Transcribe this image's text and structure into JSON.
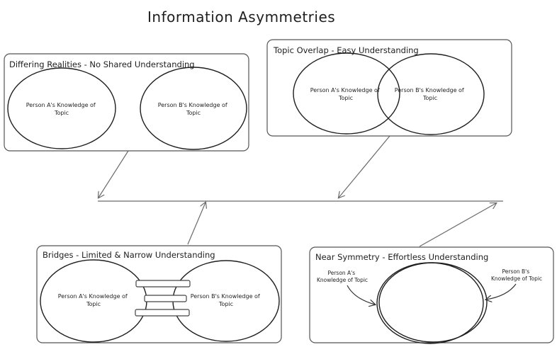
{
  "title": "Information Asymmetries",
  "panels": {
    "differing": {
      "title": "Differing Realities - No Shared Understanding",
      "left_label": [
        "Person A's Knowledge of",
        "Topic"
      ],
      "right_label": [
        "Person B's Knowledge of",
        "Topic"
      ]
    },
    "overlap": {
      "title": "Topic Overlap - Easy Understanding",
      "left_label": [
        "Person A's Knowledge of",
        "Topic"
      ],
      "right_label": [
        "Person B's Knowledge of",
        "Topic"
      ]
    },
    "bridges": {
      "title": "Bridges - Limited & Narrow Understanding",
      "left_label": [
        "Person A's Knowledge of",
        "Topic"
      ],
      "right_label": [
        "Person B's Knowledge of",
        "Topic"
      ]
    },
    "symmetry": {
      "title": "Near Symmetry - Effortless Understanding",
      "left_label": [
        "Person A's",
        "Knowledge of Topic"
      ],
      "right_label": [
        "Person B's",
        "Knowledge of Topic"
      ]
    }
  }
}
